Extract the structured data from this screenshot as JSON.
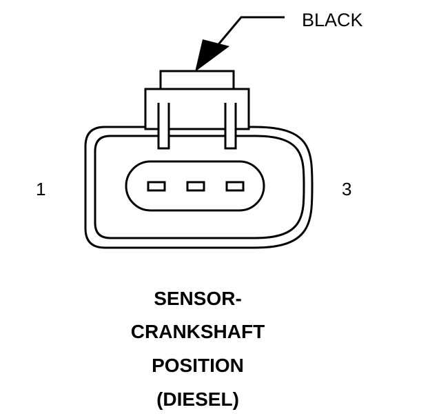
{
  "connector": {
    "color_label": "BLACK",
    "pin_first_label": "1",
    "pin_last_label": "3",
    "pin_count": 3
  },
  "title": {
    "lines": [
      "SENSOR-",
      "CRANKSHAFT",
      "POSITION",
      "(DIESEL)"
    ]
  },
  "colors": {
    "line": "#000000",
    "background": "#ffffff"
  }
}
